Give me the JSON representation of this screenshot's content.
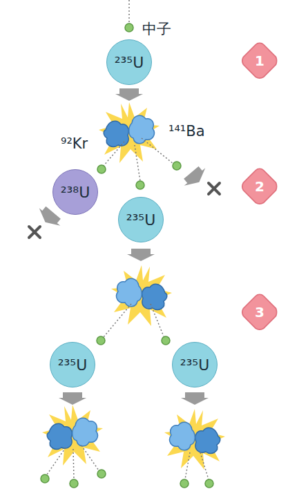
{
  "diagram": {
    "nodes": [
      {
        "text": [
          "²³⁵U"
        ]
      },
      {
        "text": [
          "1"
        ]
      },
      {
        "text": [
          "²³⁸U"
        ]
      },
      {
        "text": [
          "2"
        ]
      },
      {
        "text": [
          "²³⁵U"
        ]
      },
      {
        "text": [
          "3"
        ]
      },
      {
        "text": [
          "²³⁵U"
        ]
      },
      {
        "text": [
          "²³⁵U"
        ]
      }
    ],
    "labels": [
      "中子",
      "⁹²Kr",
      "¹⁴¹Ba"
    ]
  }
}
